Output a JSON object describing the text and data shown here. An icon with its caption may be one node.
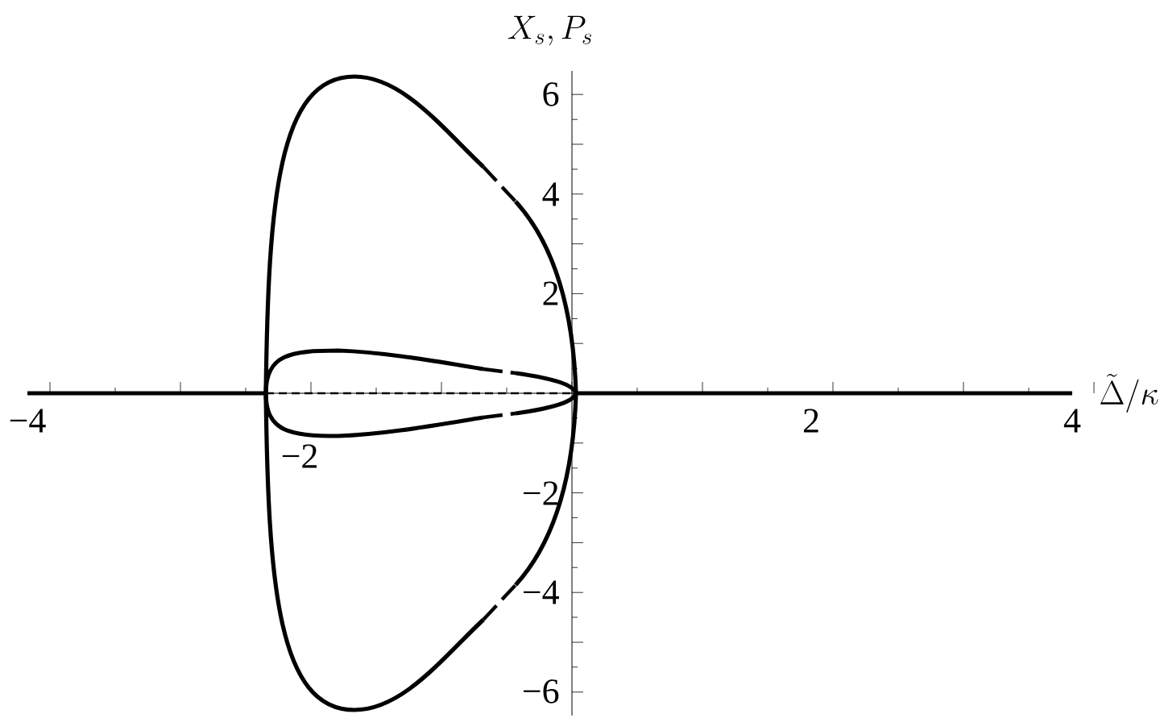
{
  "diagram": {
    "labels": [
      "X_s,P_s",
      "6",
      "4",
      "2",
      "\\tilde{\\Delta}/\\kappa",
      "−4",
      "−2",
      "2",
      "4",
      "−2",
      "−4",
      "−6"
    ]
  }
}
